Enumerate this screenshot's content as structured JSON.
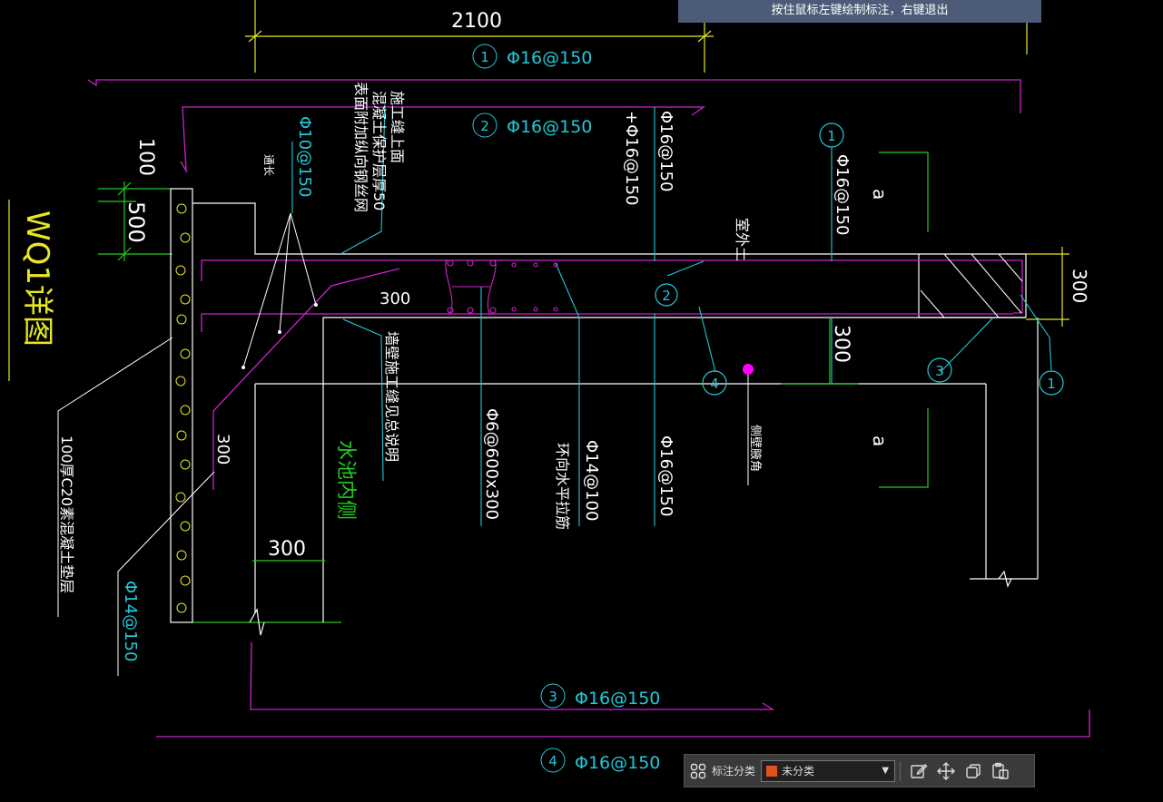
{
  "tooltip": "按住鼠标左键绘制标注，右键退出",
  "toolbar": {
    "category_label": "标注分类",
    "category_value": "未分类",
    "category_color": "#e0531d"
  },
  "drawing": {
    "title": "WQ1详图",
    "dim_2100": "2100",
    "dim_100": "100",
    "dim_500": "500",
    "dim_300_a": "300",
    "dim_300_b": "300",
    "dim_300_c": "300",
    "dim_300_d": "300",
    "dim_300_e": "300",
    "bar1_num": "1",
    "bar1_spec": "Φ16@150",
    "bar2_num": "2",
    "bar2_spec": "Φ16@150",
    "bar3_num": "3",
    "bar3_spec": "Φ16@150",
    "bar4_num": "4",
    "bar4_spec": "Φ16@150",
    "note_top1": "施工缝上面",
    "note_top2": "混凝土保护层厚50",
    "note_top3": "表面附加纵向钢丝网",
    "note_phi10": "Φ10@150",
    "note_tongchang": "通长",
    "note_add_bar": "+Φ16@150",
    "note_phi16_mid": "Φ16@150",
    "note_phi16_right": "Φ16@150",
    "note_outdoor": "室外土",
    "note_a1": "a",
    "note_a2": "a",
    "note_joint": "墙壁施工缝见总说明",
    "note_inner": "水池内侧",
    "note_phi6": "Φ6@600x300",
    "note_phi14_1": "Φ14@100",
    "note_phi14_2": "环向水平拉筋",
    "note_phi16_low": "Φ16@150",
    "note_corner": "侧壁腋角",
    "note_slab": "100厚C20素混凝土垫层",
    "note_phi14_150": "Φ14@150",
    "circle_1b": "1",
    "circle_1c": "1",
    "circle_2b": "2",
    "circle_3b": "3",
    "circle_4b": "4"
  },
  "colors": {
    "white": "#ffffff",
    "cyan": "#22c8d8",
    "magenta": "#cc22cc",
    "yellow": "#e8e820",
    "green": "#22cc22",
    "marker": "#ff00ff"
  }
}
